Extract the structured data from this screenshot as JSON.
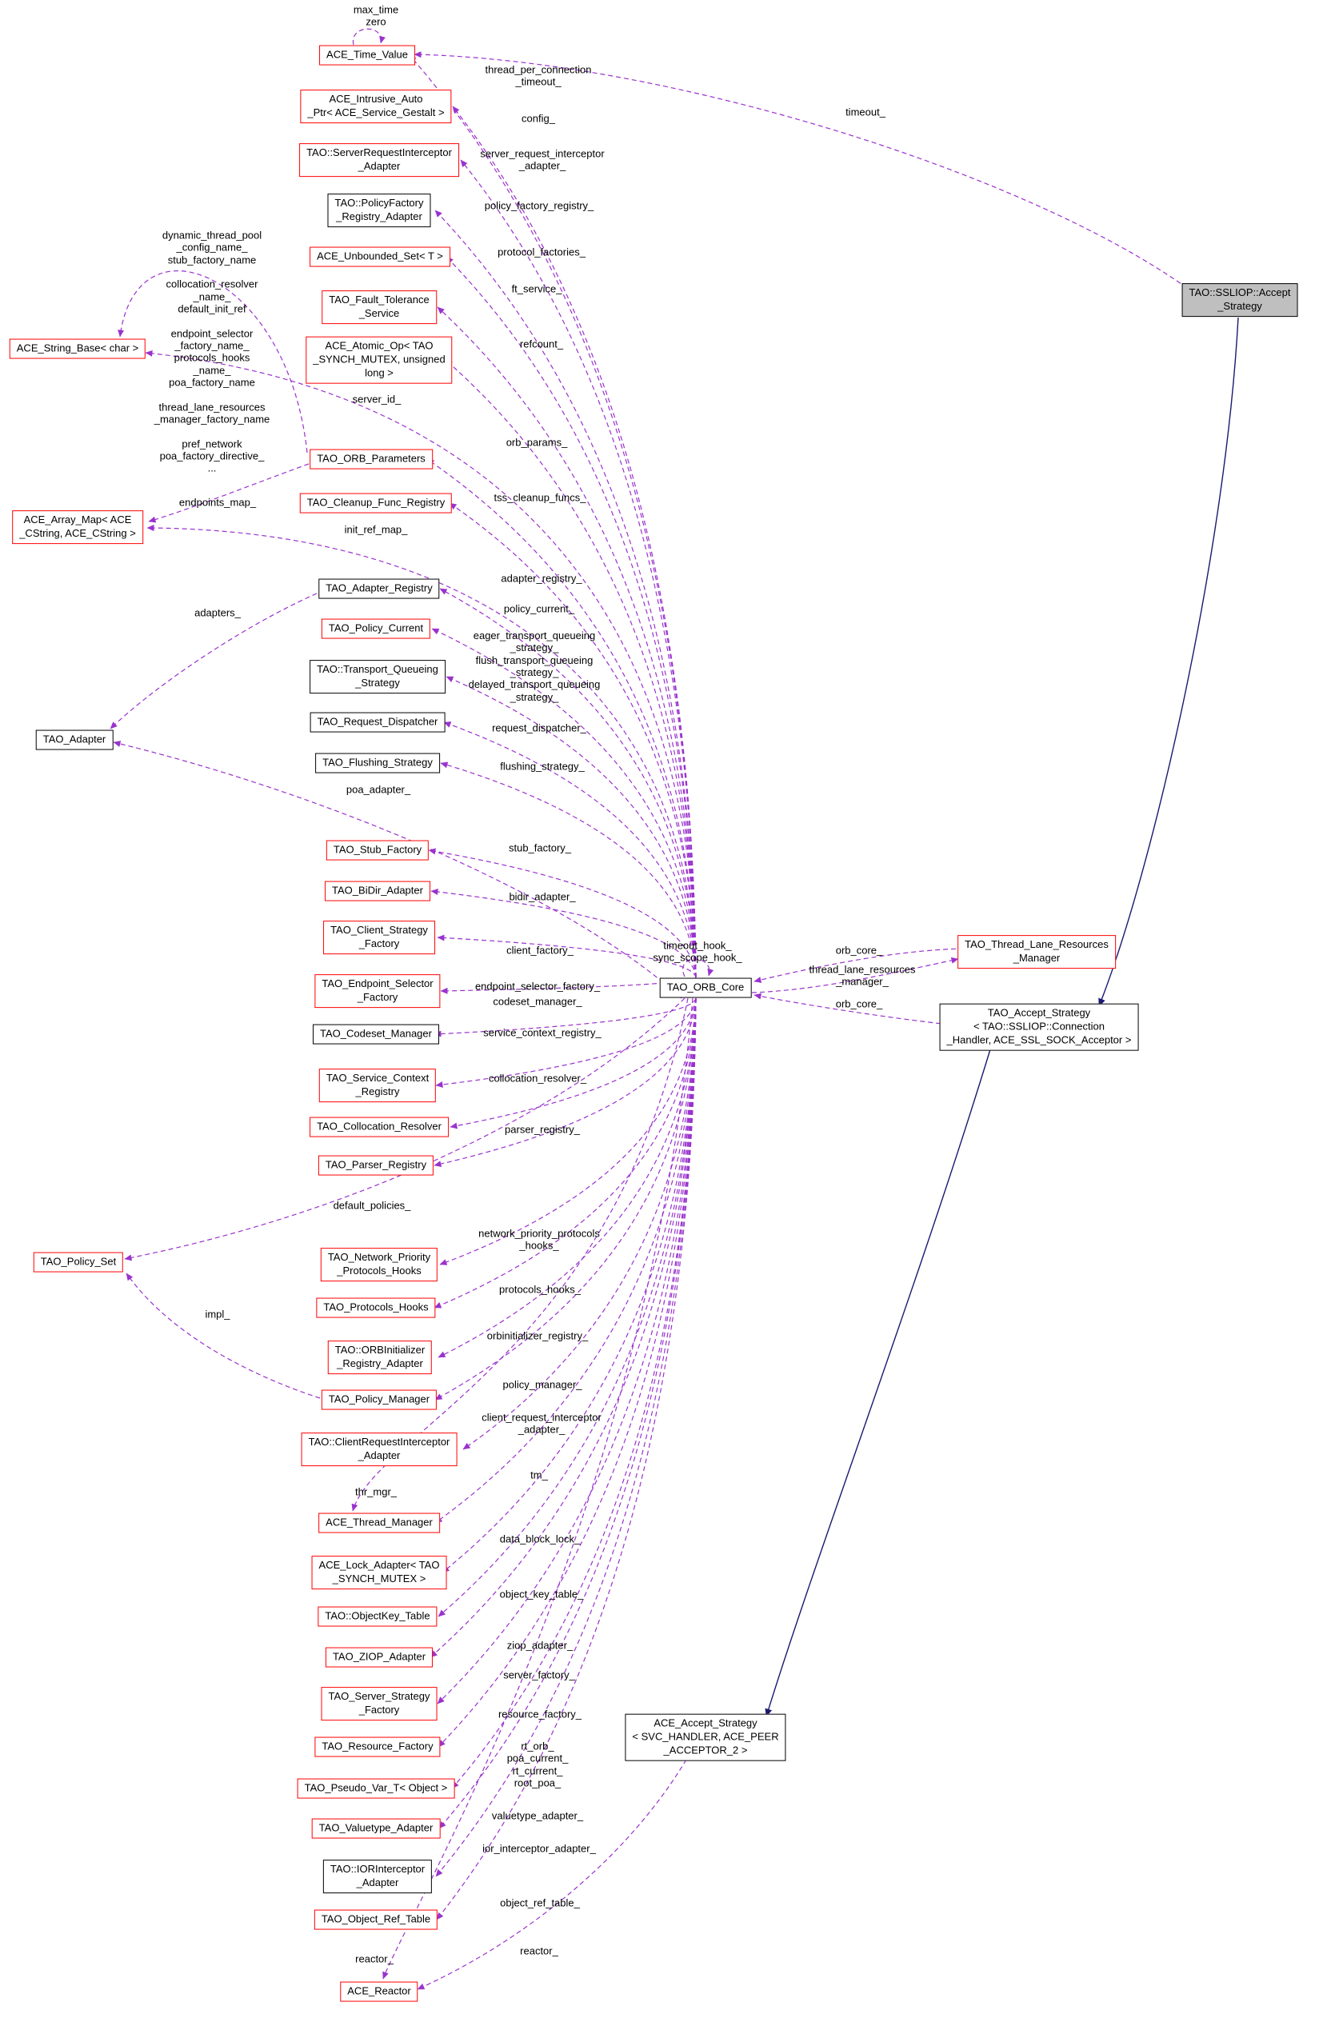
{
  "diagram": {
    "colors": {
      "collaboration_edge": "#9a32cd",
      "inheritance_edge": "#191970",
      "undocumented_node_border": "#ff0000",
      "documented_node_border": "#000000",
      "current_node_fill": "#bfbfbf"
    },
    "nodes": [
      {
        "id": "ace-time-value",
        "label": "ACE_Time_Value"
      },
      {
        "id": "ace-intrusive-auto-ptr",
        "label": "ACE_Intrusive_Auto\n_Ptr< ACE_Service_Gestalt >"
      },
      {
        "id": "tao-serverrequestinterceptor-adapter",
        "label": "TAO::ServerRequestInterceptor\n_Adapter"
      },
      {
        "id": "tao-policyfactory-registry-adapter",
        "label": "TAO::PolicyFactory\n_Registry_Adapter"
      },
      {
        "id": "ace-unbounded-set",
        "label": "ACE_Unbounded_Set< T >"
      },
      {
        "id": "tao-fault-tolerance-service",
        "label": "TAO_Fault_Tolerance\n_Service"
      },
      {
        "id": "ace-atomic-op",
        "label": "ACE_Atomic_Op< TAO\n_SYNCH_MUTEX, unsigned\nlong >"
      },
      {
        "id": "ace-string-base",
        "label": "ACE_String_Base< char >"
      },
      {
        "id": "tao-orb-parameters",
        "label": "TAO_ORB_Parameters"
      },
      {
        "id": "tao-cleanup-func-registry",
        "label": "TAO_Cleanup_Func_Registry"
      },
      {
        "id": "ace-array-map",
        "label": "ACE_Array_Map< ACE\n_CString, ACE_CString >"
      },
      {
        "id": "tao-adapter-registry",
        "label": "TAO_Adapter_Registry"
      },
      {
        "id": "tao-policy-current",
        "label": "TAO_Policy_Current"
      },
      {
        "id": "tao-transport-queueing-strategy",
        "label": "TAO::Transport_Queueing\n_Strategy"
      },
      {
        "id": "tao-request-dispatcher",
        "label": "TAO_Request_Dispatcher"
      },
      {
        "id": "tao-flushing-strategy",
        "label": "TAO_Flushing_Strategy"
      },
      {
        "id": "tao-adapter",
        "label": "TAO_Adapter"
      },
      {
        "id": "tao-stub-factory",
        "label": "TAO_Stub_Factory"
      },
      {
        "id": "tao-bidir-adapter",
        "label": "TAO_BiDir_Adapter"
      },
      {
        "id": "tao-client-strategy-factory",
        "label": "TAO_Client_Strategy\n_Factory"
      },
      {
        "id": "tao-endpoint-selector-factory",
        "label": "TAO_Endpoint_Selector\n_Factory"
      },
      {
        "id": "tao-codeset-manager",
        "label": "TAO_Codeset_Manager"
      },
      {
        "id": "tao-service-context-registry",
        "label": "TAO_Service_Context\n_Registry"
      },
      {
        "id": "tao-collocation-resolver",
        "label": "TAO_Collocation_Resolver"
      },
      {
        "id": "tao-parser-registry",
        "label": "TAO_Parser_Registry"
      },
      {
        "id": "tao-policy-set",
        "label": "TAO_Policy_Set"
      },
      {
        "id": "tao-network-priority-protocols-hooks",
        "label": "TAO_Network_Priority\n_Protocols_Hooks"
      },
      {
        "id": "tao-protocols-hooks",
        "label": "TAO_Protocols_Hooks"
      },
      {
        "id": "tao-orbinitializer-registry-adapter",
        "label": "TAO::ORBInitializer\n_Registry_Adapter"
      },
      {
        "id": "tao-policy-manager",
        "label": "TAO_Policy_Manager"
      },
      {
        "id": "tao-clientrequestinterceptor-adapter",
        "label": "TAO::ClientRequestInterceptor\n_Adapter"
      },
      {
        "id": "ace-thread-manager",
        "label": "ACE_Thread_Manager"
      },
      {
        "id": "ace-lock-adapter",
        "label": "ACE_Lock_Adapter< TAO\n_SYNCH_MUTEX >"
      },
      {
        "id": "tao-objectkey-table",
        "label": "TAO::ObjectKey_Table"
      },
      {
        "id": "tao-ziop-adapter",
        "label": "TAO_ZIOP_Adapter"
      },
      {
        "id": "tao-server-strategy-factory",
        "label": "TAO_Server_Strategy\n_Factory"
      },
      {
        "id": "tao-resource-factory",
        "label": "TAO_Resource_Factory"
      },
      {
        "id": "tao-pseudo-var-t",
        "label": "TAO_Pseudo_Var_T< Object >"
      },
      {
        "id": "tao-valuetype-adapter",
        "label": "TAO_Valuetype_Adapter"
      },
      {
        "id": "tao-iorinterceptor-adapter",
        "label": "TAO::IORInterceptor\n_Adapter"
      },
      {
        "id": "tao-object-ref-table",
        "label": "TAO_Object_Ref_Table"
      },
      {
        "id": "ace-reactor",
        "label": "ACE_Reactor"
      },
      {
        "id": "tao-orb-core",
        "label": "TAO_ORB_Core"
      },
      {
        "id": "tao-thread-lane-resources-manager",
        "label": "TAO_Thread_Lane_Resources\n_Manager"
      },
      {
        "id": "tao-accept-strategy",
        "label": "TAO_Accept_Strategy\n< TAO::SSLIOP::Connection\n_Handler, ACE_SSL_SOCK_Acceptor >"
      },
      {
        "id": "tao-ssliop-accept-strategy",
        "label": "TAO::SSLIOP::Accept\n_Strategy"
      },
      {
        "id": "ace-accept-strategy",
        "label": "ACE_Accept_Strategy\n< SVC_HANDLER, ACE_PEER\n_ACCEPTOR_2 >"
      }
    ],
    "edge_labels": [
      {
        "text": "max_time\nzero"
      },
      {
        "text": "thread_per_connection\n_timeout_"
      },
      {
        "text": "timeout_"
      },
      {
        "text": "config_"
      },
      {
        "text": "server_request_interceptor\n_adapter_"
      },
      {
        "text": "policy_factory_registry_"
      },
      {
        "text": "protocol_factories_"
      },
      {
        "text": "ft_service_"
      },
      {
        "text": "refcount_"
      },
      {
        "text": "server_id_"
      },
      {
        "text": "orb_params_"
      },
      {
        "text": "tss_cleanup_funcs_"
      },
      {
        "text": "init_ref_map_"
      },
      {
        "text": "adapter_registry_"
      },
      {
        "text": "policy_current_"
      },
      {
        "text": "eager_transport_queueing\n_strategy_\nflush_transport_queueing\n_strategy_\ndelayed_transport_queueing\n_strategy_"
      },
      {
        "text": "request_dispatcher_"
      },
      {
        "text": "flushing_strategy_"
      },
      {
        "text": "poa_adapter_"
      },
      {
        "text": "stub_factory_"
      },
      {
        "text": "bidir_adapter_"
      },
      {
        "text": "client_factory_"
      },
      {
        "text": "endpoint_selector_factory_"
      },
      {
        "text": "codeset_manager_"
      },
      {
        "text": "service_context_registry_"
      },
      {
        "text": "collocation_resolver_"
      },
      {
        "text": "parser_registry_"
      },
      {
        "text": "default_policies_"
      },
      {
        "text": "network_priority_protocols\n_hooks_"
      },
      {
        "text": "protocols_hooks_"
      },
      {
        "text": "orbinitializer_registry_"
      },
      {
        "text": "policy_manager_"
      },
      {
        "text": "client_request_interceptor\n_adapter_"
      },
      {
        "text": "tm_"
      },
      {
        "text": "thr_mgr_"
      },
      {
        "text": "data_block_lock_"
      },
      {
        "text": "object_key_table_"
      },
      {
        "text": "ziop_adapter_"
      },
      {
        "text": "server_factory_"
      },
      {
        "text": "resource_factory_"
      },
      {
        "text": "rt_orb_\npoa_current_\nrt_current_\nroot_poa_"
      },
      {
        "text": "valuetype_adapter_"
      },
      {
        "text": "ior_interceptor_adapter_"
      },
      {
        "text": "object_ref_table_"
      },
      {
        "text": "reactor_"
      },
      {
        "text": "reactor_"
      },
      {
        "text": "adapters_"
      },
      {
        "text": "endpoints_map_"
      },
      {
        "text": "impl_"
      },
      {
        "text": "dynamic_thread_pool\n_config_name_\nstub_factory_name\n\ncollocation_resolver\n_name_\ndefault_init_ref\n\nendpoint_selector\n_factory_name_\nprotocols_hooks\n_name_\npoa_factory_name\n\nthread_lane_resources\n_manager_factory_name\n\npref_network\npoa_factory_directive_\n..."
      },
      {
        "text": "timeout_hook_\nsync_scope_hook_"
      },
      {
        "text": "orb_core_"
      },
      {
        "text": "thread_lane_resources\n_manager_"
      },
      {
        "text": "orb_core_"
      }
    ]
  }
}
